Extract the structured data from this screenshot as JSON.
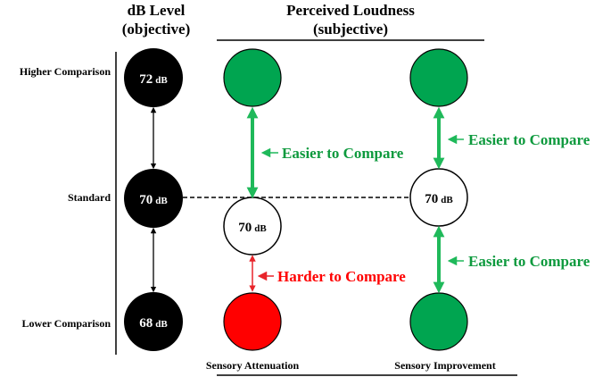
{
  "headers": {
    "db_level_line1": "dB Level",
    "db_level_line2": "(objective)",
    "perceived_line1": "Perceived Loudness",
    "perceived_line2": "(subjective)"
  },
  "rows": {
    "higher": "Higher Comparison",
    "standard": "Standard",
    "lower": "Lower Comparison"
  },
  "objective": {
    "higher": {
      "num": "72",
      "unit": "dB"
    },
    "standard": {
      "num": "70",
      "unit": "dB"
    },
    "lower": {
      "num": "68",
      "unit": "dB"
    }
  },
  "attenuation": {
    "label": "Sensory Attenuation",
    "standard": {
      "num": "70",
      "unit": "dB"
    },
    "upper_arrow_label": "Easier to Compare",
    "lower_arrow_label": "Harder to Compare",
    "top_color": "#00A550",
    "bottom_color": "#FF0000"
  },
  "improvement": {
    "label": "Sensory Improvement",
    "standard": {
      "num": "70",
      "unit": "dB"
    },
    "upper_arrow_label": "Easier to Compare",
    "lower_arrow_label": "Easier to Compare",
    "top_color": "#00A550",
    "bottom_color": "#00A550"
  },
  "colors": {
    "easier": "#0E9A3E",
    "harder": "#FF0000",
    "arrow_green": "#1FB95A",
    "arrow_red": "#E8242A"
  }
}
